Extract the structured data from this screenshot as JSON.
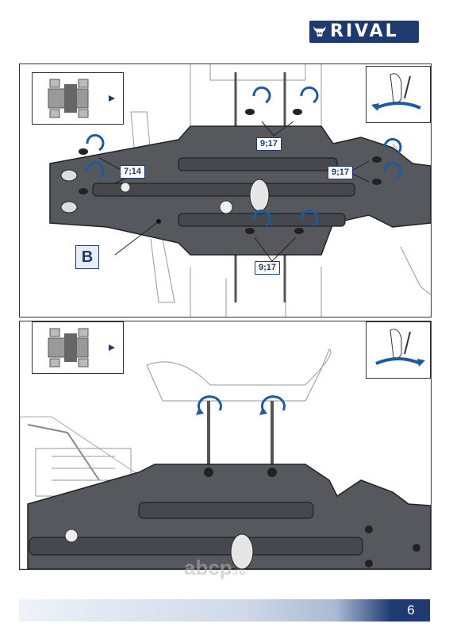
{
  "brand": {
    "name": "RIVAL",
    "logo_icon": "bull-head-icon",
    "color": "#1e3a6e"
  },
  "step1": {
    "callouts": [
      "9;17",
      "7;14",
      "9;17",
      "9;17"
    ],
    "part_label": "B"
  },
  "step2": {},
  "watermark": {
    "text": "abcp",
    "suffix": ".ru"
  },
  "footer": {
    "page_number": "6"
  }
}
